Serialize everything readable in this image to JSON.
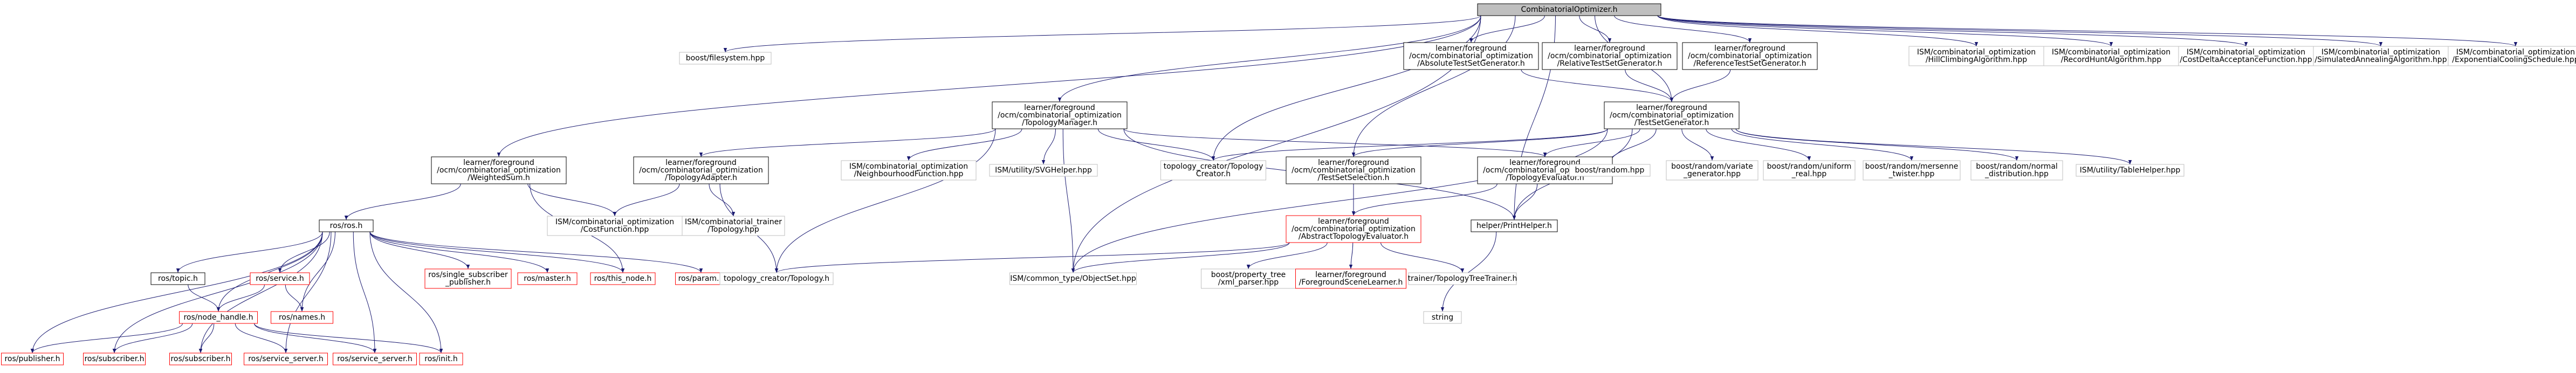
{
  "root": "CombinatorialOptimizer.h",
  "nodes": [
    {
      "id": "root",
      "lines": [
        "CombinatorialOptimizer.h"
      ],
      "style": "root"
    },
    {
      "id": "fs",
      "lines": [
        "boost/filesystem.hpp"
      ],
      "style": "grey"
    },
    {
      "id": "abs",
      "lines": [
        "learner/foreground",
        "/ocm/combinatorial_optimization",
        "/AbsoluteTestSetGenerator.h"
      ],
      "style": "black"
    },
    {
      "id": "rel",
      "lines": [
        "learner/foreground",
        "/ocm/combinatorial_optimization",
        "/RelativeTestSetGenerator.h"
      ],
      "style": "black"
    },
    {
      "id": "ref",
      "lines": [
        "learner/foreground",
        "/ocm/combinatorial_optimization",
        "/ReferenceTestSetGenerator.h"
      ],
      "style": "black"
    },
    {
      "id": "hill",
      "lines": [
        "ISM/combinatorial_optimization",
        "/HillClimbingAlgorithm.hpp"
      ],
      "style": "grey"
    },
    {
      "id": "record",
      "lines": [
        "ISM/combinatorial_optimization",
        "/RecordHuntAlgorithm.hpp"
      ],
      "style": "grey"
    },
    {
      "id": "costdelta",
      "lines": [
        "ISM/combinatorial_optimization",
        "/CostDeltaAcceptanceFunction.hpp"
      ],
      "style": "grey"
    },
    {
      "id": "simanneal",
      "lines": [
        "ISM/combinatorial_optimization",
        "/SimulatedAnnealingAlgorithm.hpp"
      ],
      "style": "grey"
    },
    {
      "id": "expcool",
      "lines": [
        "ISM/combinatorial_optimization",
        "/ExponentialCoolingSchedule.hpp"
      ],
      "style": "grey"
    },
    {
      "id": "topman",
      "lines": [
        "learner/foreground",
        "/ocm/combinatorial_optimization",
        "/TopologyManager.h"
      ],
      "style": "black"
    },
    {
      "id": "tsg",
      "lines": [
        "learner/foreground",
        "/ocm/combinatorial_optimization",
        "/TestSetGenerator.h"
      ],
      "style": "black"
    },
    {
      "id": "wsum",
      "lines": [
        "learner/foreground",
        "/ocm/combinatorial_optimization",
        "/WeightedSum.h"
      ],
      "style": "black"
    },
    {
      "id": "topadapt",
      "lines": [
        "learner/foreground",
        "/ocm/combinatorial_optimization",
        "/TopologyAdapter.h"
      ],
      "style": "black"
    },
    {
      "id": "neigh",
      "lines": [
        "ISM/combinatorial_optimization",
        "/NeighbourhoodFunction.hpp"
      ],
      "style": "grey"
    },
    {
      "id": "svg",
      "lines": [
        "ISM/utility/SVGHelper.hpp"
      ],
      "style": "grey"
    },
    {
      "id": "tcreator",
      "lines": [
        "topology_creator/Topology",
        "Creator.h"
      ],
      "style": "grey"
    },
    {
      "id": "tsel",
      "lines": [
        "learner/foreground",
        "/ocm/combinatorial_optimization",
        "/TestSetSelection.h"
      ],
      "style": "black"
    },
    {
      "id": "teval",
      "lines": [
        "learner/foreground",
        "/ocm/combinatorial_optimization",
        "/TopologyEvaluator.h"
      ],
      "style": "black"
    },
    {
      "id": "brandom",
      "lines": [
        "boost/random.hpp"
      ],
      "style": "grey"
    },
    {
      "id": "bvargen",
      "lines": [
        "boost/random/variate",
        "_generator.hpp"
      ],
      "style": "grey"
    },
    {
      "id": "buniform",
      "lines": [
        "boost/random/uniform",
        "_real.hpp"
      ],
      "style": "grey"
    },
    {
      "id": "bmersenne",
      "lines": [
        "boost/random/mersenne",
        "_twister.hpp"
      ],
      "style": "grey"
    },
    {
      "id": "bnormal",
      "lines": [
        "boost/random/normal",
        "_distribution.hpp"
      ],
      "style": "grey"
    },
    {
      "id": "table",
      "lines": [
        "ISM/utility/TableHelper.hpp"
      ],
      "style": "grey"
    },
    {
      "id": "rosros",
      "lines": [
        "ros/ros.h"
      ],
      "style": "black"
    },
    {
      "id": "costfn",
      "lines": [
        "ISM/combinatorial_optimization",
        "/CostFunction.hpp"
      ],
      "style": "grey"
    },
    {
      "id": "trainertop",
      "lines": [
        "ISM/combinatorial_trainer",
        "/Topology.hpp"
      ],
      "style": "grey"
    },
    {
      "id": "abseval",
      "lines": [
        "learner/foreground",
        "/ocm/combinatorial_optimization",
        "/AbstractTopologyEvaluator.h"
      ],
      "style": "red"
    },
    {
      "id": "printhelper",
      "lines": [
        "helper/PrintHelper.h"
      ],
      "style": "black"
    },
    {
      "id": "rostopic",
      "lines": [
        "ros/topic.h"
      ],
      "style": "black"
    },
    {
      "id": "rosservice",
      "lines": [
        "ros/service.h"
      ],
      "style": "red"
    },
    {
      "id": "singlesub",
      "lines": [
        "ros/single_subscriber",
        "_publisher.h"
      ],
      "style": "red"
    },
    {
      "id": "rosmaster",
      "lines": [
        "ros/master.h"
      ],
      "style": "red"
    },
    {
      "id": "thisnode",
      "lines": [
        "ros/this_node.h"
      ],
      "style": "red"
    },
    {
      "id": "rosparam",
      "lines": [
        "ros/param.h"
      ],
      "style": "red"
    },
    {
      "id": "ttopology",
      "lines": [
        "topology_creator/Topology.h"
      ],
      "style": "grey"
    },
    {
      "id": "objectset",
      "lines": [
        "ISM/common_type/ObjectSet.hpp"
      ],
      "style": "grey"
    },
    {
      "id": "bptree",
      "lines": [
        "boost/property_tree",
        "/xml_parser.hpp"
      ],
      "style": "grey"
    },
    {
      "id": "fgscene",
      "lines": [
        "learner/foreground",
        "/ForegroundSceneLearner.h"
      ],
      "style": "red"
    },
    {
      "id": "treetrainer",
      "lines": [
        "trainer/TopologyTreeTrainer.h"
      ],
      "style": "grey"
    },
    {
      "id": "nodehandle",
      "lines": [
        "ros/node_handle.h"
      ],
      "style": "red"
    },
    {
      "id": "rosnames",
      "lines": [
        "ros/names.h"
      ],
      "style": "red"
    },
    {
      "id": "string",
      "lines": [
        "string"
      ],
      "style": "grey"
    },
    {
      "id": "pub",
      "lines": [
        "ros/publisher.h"
      ],
      "style": "red"
    },
    {
      "id": "sub1",
      "lines": [
        "ros/subscriber.h"
      ],
      "style": "red"
    },
    {
      "id": "sub2",
      "lines": [
        "ros/subscriber.h"
      ],
      "style": "red"
    },
    {
      "id": "srvsrv1",
      "lines": [
        "ros/service_server.h"
      ],
      "style": "red"
    },
    {
      "id": "srvsrv2",
      "lines": [
        "ros/service_server.h"
      ],
      "style": "red"
    },
    {
      "id": "init",
      "lines": [
        "ros/init.h"
      ],
      "style": "red"
    }
  ],
  "edges": [
    [
      "root",
      "fs"
    ],
    [
      "root",
      "abs"
    ],
    [
      "root",
      "rel"
    ],
    [
      "root",
      "ref"
    ],
    [
      "root",
      "hill"
    ],
    [
      "root",
      "record"
    ],
    [
      "root",
      "costdelta"
    ],
    [
      "root",
      "simanneal"
    ],
    [
      "root",
      "expcool"
    ],
    [
      "root",
      "topman"
    ],
    [
      "root",
      "tsg"
    ],
    [
      "root",
      "wsum"
    ],
    [
      "root",
      "tsel"
    ],
    [
      "root",
      "tcreator"
    ],
    [
      "root",
      "objectset"
    ],
    [
      "root",
      "printhelper"
    ],
    [
      "abs",
      "tsg"
    ],
    [
      "rel",
      "tsg"
    ],
    [
      "ref",
      "tsg"
    ],
    [
      "tsg",
      "tcreator"
    ],
    [
      "tsg",
      "tsel"
    ],
    [
      "tsg",
      "teval"
    ],
    [
      "tsg",
      "brandom"
    ],
    [
      "tsg",
      "bvargen"
    ],
    [
      "tsg",
      "buniform"
    ],
    [
      "tsg",
      "bmersenne"
    ],
    [
      "tsg",
      "bnormal"
    ],
    [
      "tsg",
      "table"
    ],
    [
      "tsg",
      "objectset"
    ],
    [
      "tsg",
      "printhelper"
    ],
    [
      "topman",
      "topadapt"
    ],
    [
      "topman",
      "neigh"
    ],
    [
      "topman",
      "svg"
    ],
    [
      "topman",
      "tcreator"
    ],
    [
      "topman",
      "teval"
    ],
    [
      "topman",
      "ttopology"
    ],
    [
      "topman",
      "objectset"
    ],
    [
      "topman",
      "printhelper"
    ],
    [
      "wsum",
      "rosros"
    ],
    [
      "wsum",
      "costfn"
    ],
    [
      "wsum",
      "thisnode"
    ],
    [
      "topadapt",
      "costfn"
    ],
    [
      "topadapt",
      "trainertop"
    ],
    [
      "topadapt",
      "ttopology"
    ],
    [
      "tsel",
      "abseval"
    ],
    [
      "teval",
      "abseval"
    ],
    [
      "teval",
      "printhelper"
    ],
    [
      "abseval",
      "ttopology"
    ],
    [
      "abseval",
      "objectset"
    ],
    [
      "abseval",
      "bptree"
    ],
    [
      "abseval",
      "fgscene"
    ],
    [
      "abseval",
      "treetrainer"
    ],
    [
      "printhelper",
      "string"
    ],
    [
      "rosros",
      "rostopic"
    ],
    [
      "rosros",
      "rosservice"
    ],
    [
      "rosros",
      "singlesub"
    ],
    [
      "rosros",
      "rosmaster"
    ],
    [
      "rosros",
      "thisnode"
    ],
    [
      "rosros",
      "rosparam"
    ],
    [
      "rosros",
      "nodehandle"
    ],
    [
      "rosros",
      "rosnames"
    ],
    [
      "rosros",
      "pub"
    ],
    [
      "rosros",
      "sub1"
    ],
    [
      "rosros",
      "sub2"
    ],
    [
      "rosros",
      "srvsrv1"
    ],
    [
      "rosros",
      "srvsrv2"
    ],
    [
      "rosros",
      "init"
    ],
    [
      "rostopic",
      "nodehandle"
    ],
    [
      "rosservice",
      "nodehandle"
    ],
    [
      "rosservice",
      "rosnames"
    ],
    [
      "nodehandle",
      "pub"
    ],
    [
      "nodehandle",
      "sub1"
    ],
    [
      "nodehandle",
      "sub2"
    ],
    [
      "nodehandle",
      "srvsrv1"
    ],
    [
      "nodehandle",
      "srvsrv2"
    ],
    [
      "nodehandle",
      "init"
    ]
  ],
  "colors": {
    "edge": "#191970",
    "text": "#000000",
    "root_fill": "#bfbfbf",
    "red": "#ff0000",
    "grey": "#bfbfbf",
    "black": "#000000"
  }
}
